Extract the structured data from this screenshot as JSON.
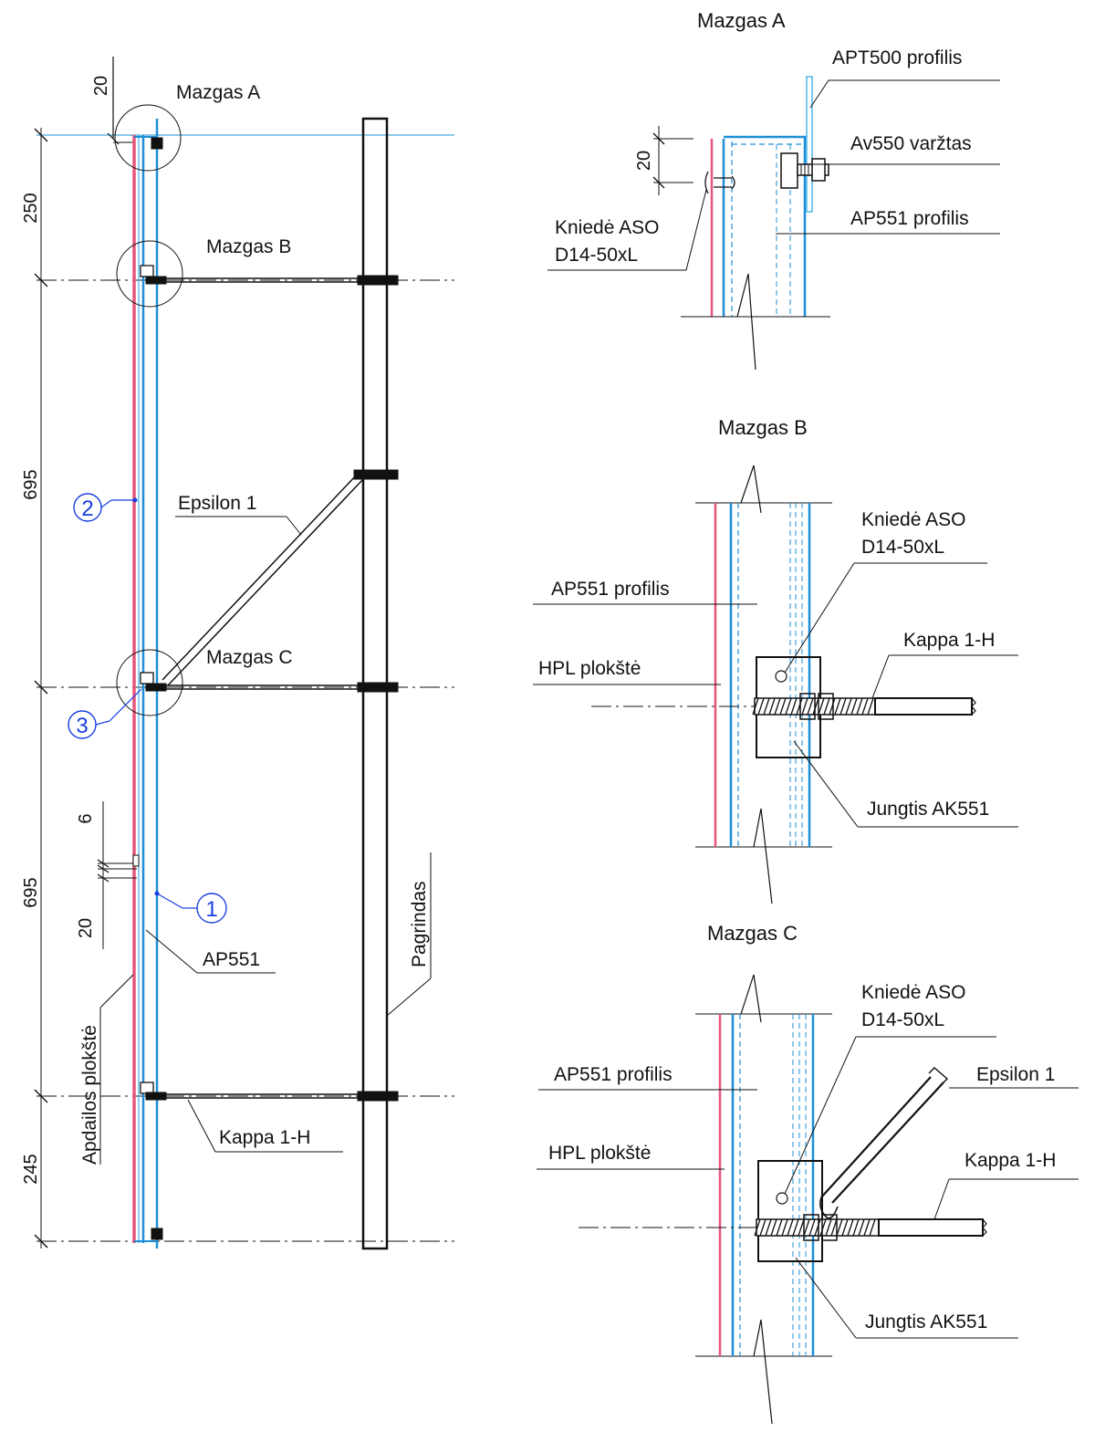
{
  "colors": {
    "panel_pink": "#e8557a",
    "profile_blue": "#1e8fd6",
    "light_blue": "#4fb5ea",
    "bubble_blue": "#1a3fe0",
    "line_black": "#111111"
  },
  "main_view": {
    "dims": {
      "d_top_20": "20",
      "d_250": "250",
      "d_695_upper": "695",
      "d_695_lower": "695",
      "d_6": "6",
      "d_20_gap": "20",
      "d_245": "245"
    },
    "labels": {
      "node_a": "Mazgas A",
      "node_b": "Mazgas B",
      "node_c": "Mazgas C",
      "epsilon": "Epsilon 1",
      "ap551": "AP551",
      "kappa": "Kappa 1-H",
      "apdailos": "Apdailos plokštė",
      "pagrindas": "Pagrindas"
    },
    "bubbles": {
      "b1": "1",
      "b2": "2",
      "b3": "3"
    }
  },
  "detail_a": {
    "title": "Mazgas A",
    "dim_20": "20",
    "labels": {
      "apt500": "APT500 profilis",
      "av550": "Av550 varžtas",
      "ap551": "AP551 profilis",
      "kniede_1": "Kniedė ASO",
      "kniede_2": "D14-50xL"
    }
  },
  "detail_b": {
    "title": "Mazgas B",
    "labels": {
      "kniede_1": "Kniedė ASO",
      "kniede_2": "D14-50xL",
      "ap551": "AP551 profilis",
      "hpl": "HPL plokštė",
      "kappa": "Kappa 1-H",
      "jungtis": "Jungtis AK551"
    }
  },
  "detail_c": {
    "title": "Mazgas C",
    "labels": {
      "kniede_1": "Kniedė ASO",
      "kniede_2": "D14-50xL",
      "ap551": "AP551 profilis",
      "epsilon": "Epsilon 1",
      "hpl": "HPL plokštė",
      "kappa": "Kappa 1-H",
      "jungtis": "Jungtis AK551"
    }
  }
}
